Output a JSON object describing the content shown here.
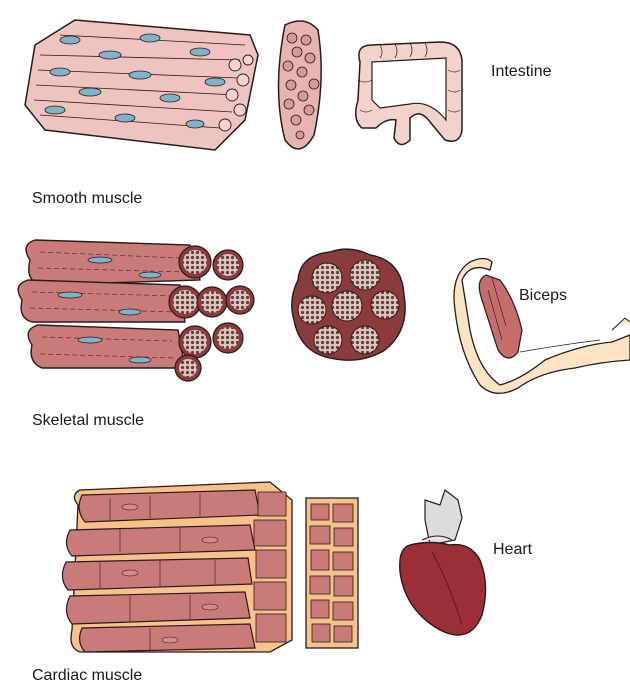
{
  "rows": [
    {
      "id": "smooth",
      "title": "Smooth muscle",
      "organ": "Intestine"
    },
    {
      "id": "skeletal",
      "title": "Skeletal muscle",
      "organ": "Biceps"
    },
    {
      "id": "cardiac",
      "title": "Cardiac muscle",
      "organ": "Heart"
    }
  ],
  "colors": {
    "muscle": "#c97b79",
    "muscle_dark": "#8a3b3c",
    "smooth_fill": "#e8b4b1",
    "nucleus": "#7fb3c8",
    "outline": "#2b1a1a",
    "skin": "#fbe3c4",
    "heart": "#9b2f36",
    "vessel": "#d9d9d9"
  }
}
